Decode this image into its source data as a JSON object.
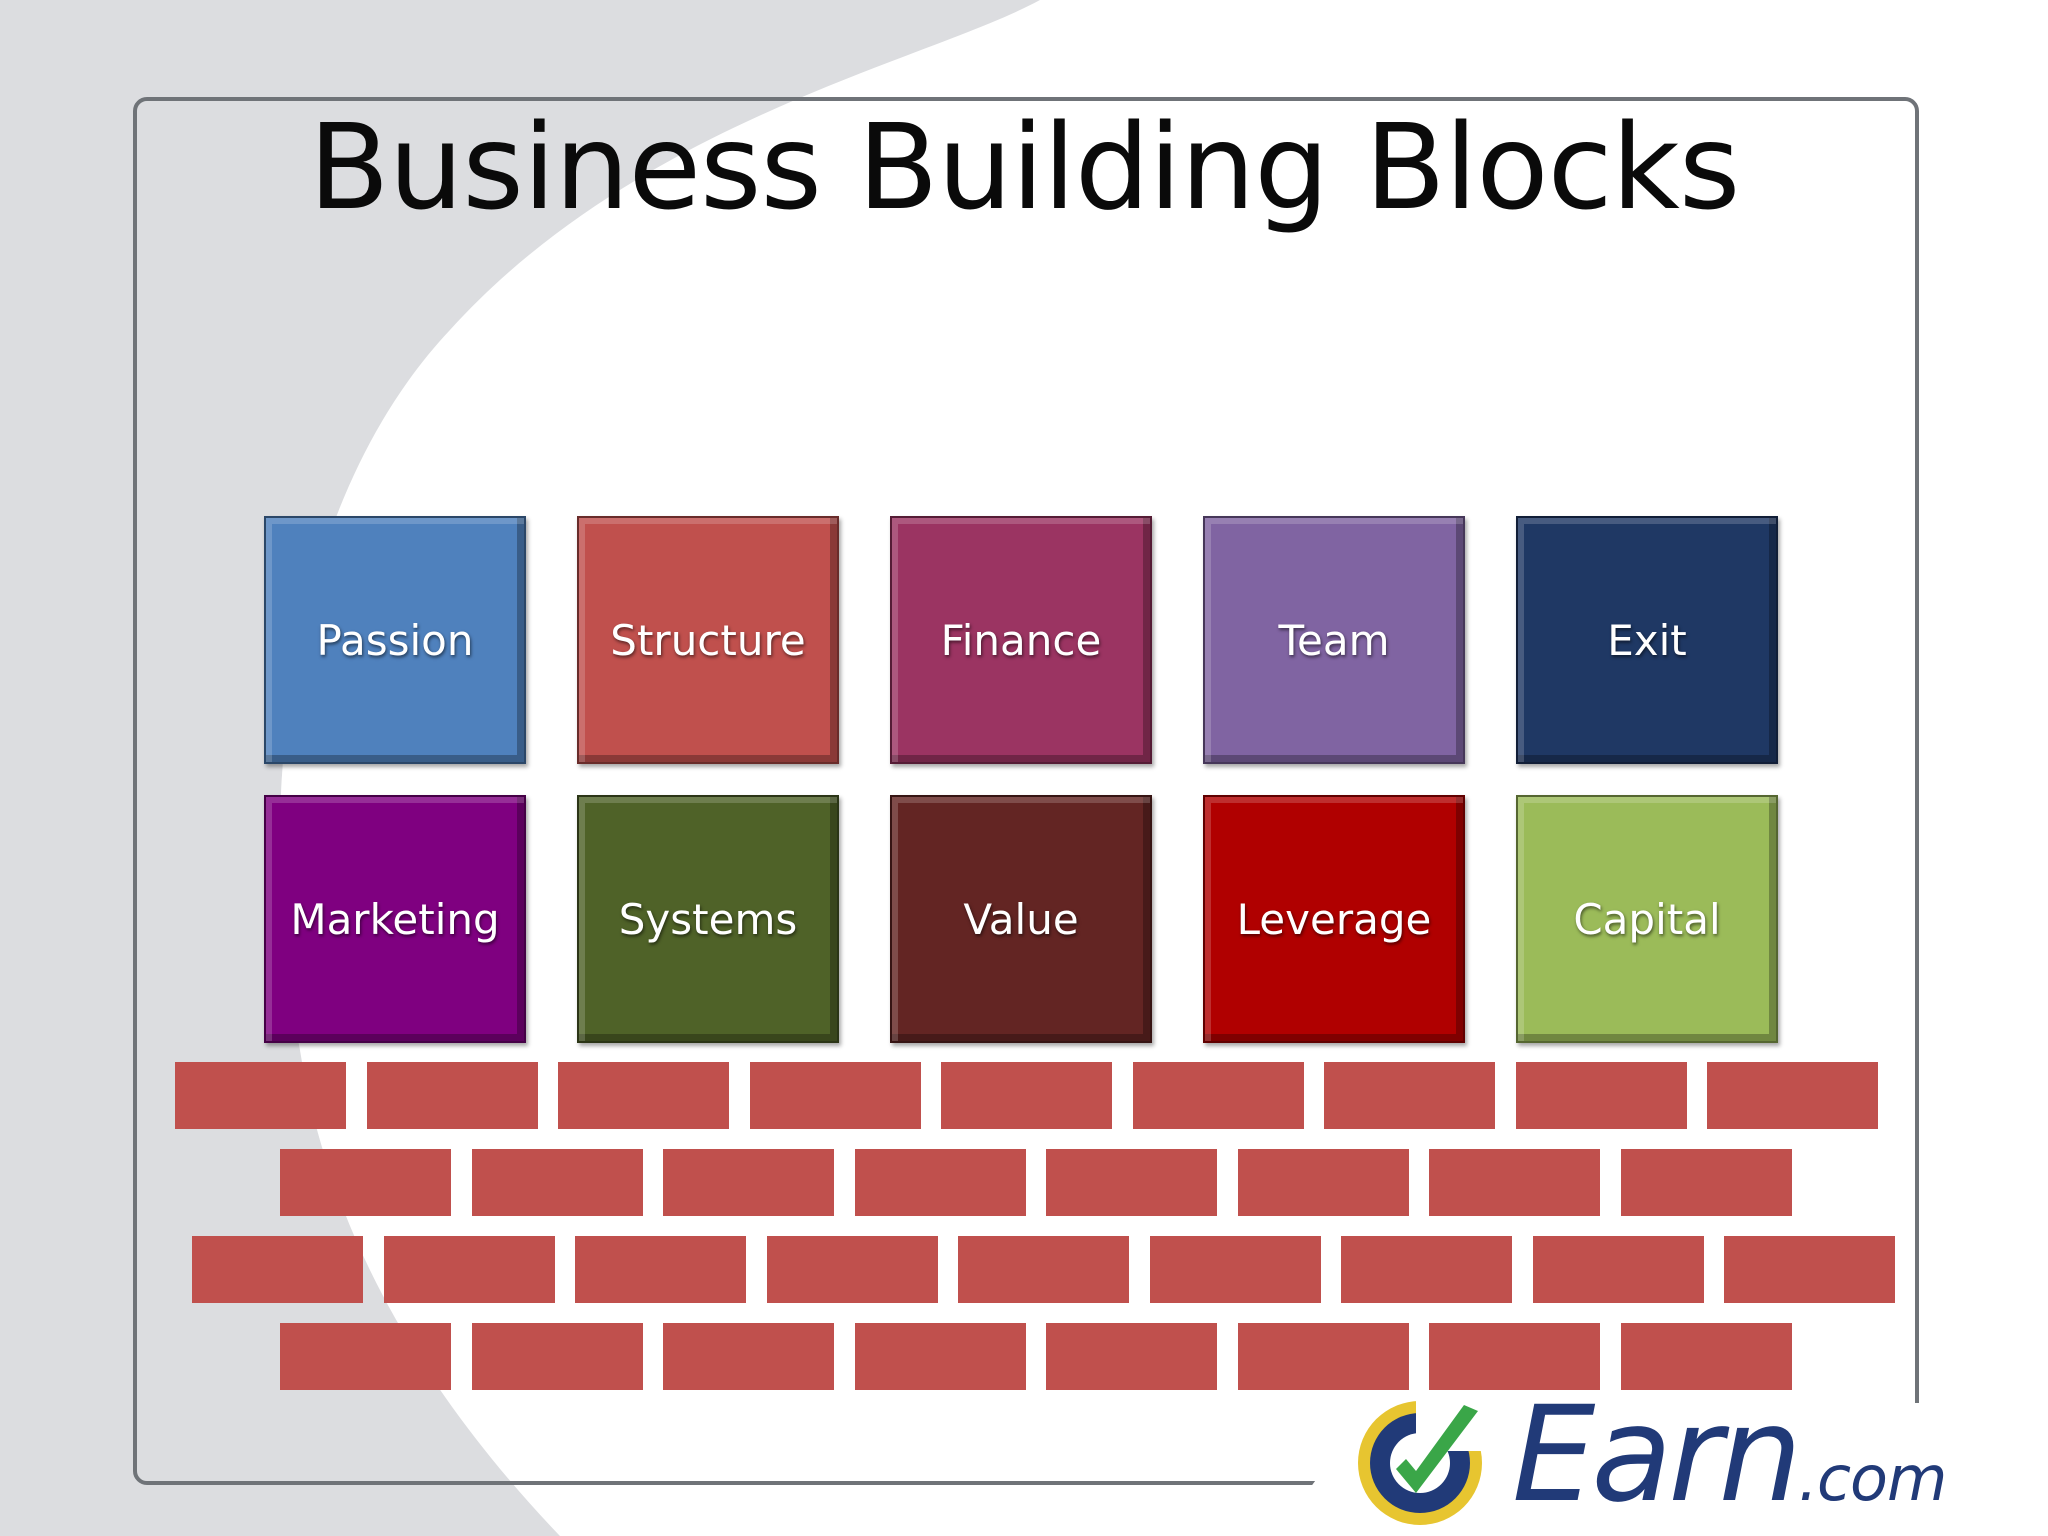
{
  "slide": {
    "title": "Business Building Blocks"
  },
  "blocks": [
    {
      "label": "Passion",
      "color": "#4f81bd"
    },
    {
      "label": "Structure",
      "color": "#c0504d"
    },
    {
      "label": "Finance",
      "color": "#9b3462"
    },
    {
      "label": "Team",
      "color": "#8064a2"
    },
    {
      "label": "Exit",
      "color": "#1f3864"
    },
    {
      "label": "Marketing",
      "color": "#7f0080"
    },
    {
      "label": "Systems",
      "color": "#4f6228"
    },
    {
      "label": "Value",
      "color": "#632523"
    },
    {
      "label": "Leverage",
      "color": "#b00000"
    },
    {
      "label": "Capital",
      "color": "#9bbb59"
    }
  ],
  "wall": {
    "brick_color": "#c0504d",
    "rows": [
      9,
      8,
      9,
      8
    ]
  },
  "logo": {
    "name": "Earn",
    "domain": ".com",
    "text_color": "#213a78",
    "check_color": "#3aa648"
  }
}
